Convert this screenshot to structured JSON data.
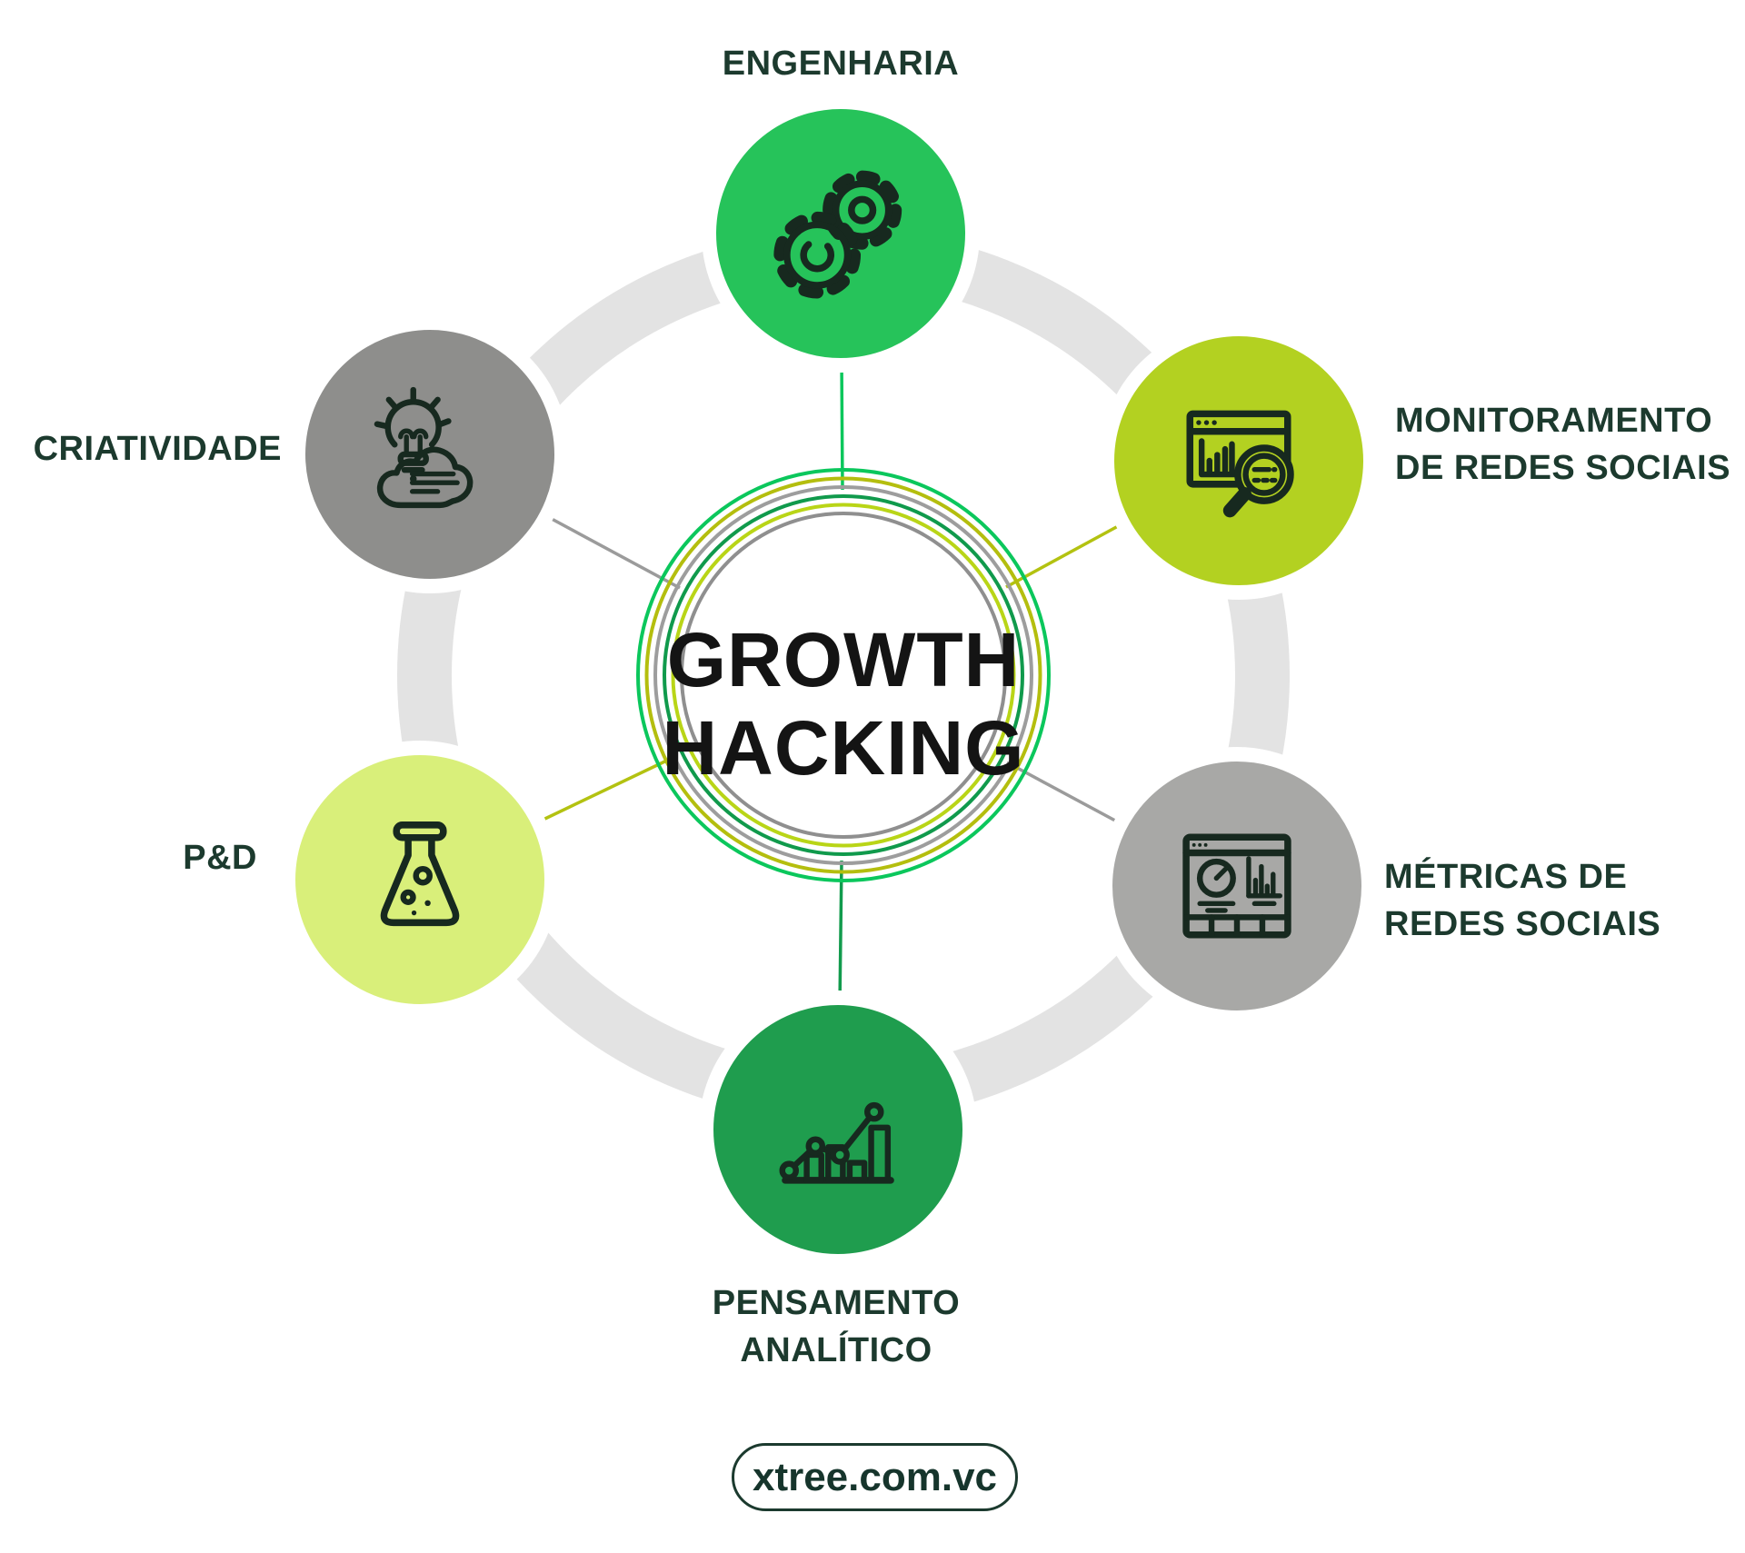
{
  "center": {
    "title": "GROWTH HACKING",
    "title_lines": [
      "GROWTH",
      "HACKING"
    ]
  },
  "nodes": [
    {
      "id": "engenharia",
      "label": "ENGENHARIA",
      "label_lines": [
        "ENGENHARIA"
      ],
      "color": "#26c35a",
      "icon": "gears-icon"
    },
    {
      "id": "monitoramento",
      "label": "MONITORAMENTO DE REDES SOCIAIS",
      "label_lines": [
        "MONITORAMENTO",
        "DE REDES SOCIAIS"
      ],
      "color": "#b3d121",
      "icon": "browser-search-icon"
    },
    {
      "id": "metricas",
      "label": "MÉTRICAS DE REDES SOCIAIS",
      "label_lines": [
        "MÉTRICAS DE",
        "REDES SOCIAIS"
      ],
      "color": "#a8a8a6",
      "icon": "dashboard-icon"
    },
    {
      "id": "pensamento",
      "label": "PENSAMENTO ANALÍTICO",
      "label_lines": [
        "PENSAMENTO",
        "ANALÍTICO"
      ],
      "color": "#1f9d4e",
      "icon": "trend-chart-icon"
    },
    {
      "id": "ped",
      "label": "P&D",
      "label_lines": [
        "P&D"
      ],
      "color": "#d9ef7a",
      "icon": "flask-icon"
    },
    {
      "id": "criatividade",
      "label": "CRIATIVIDADE",
      "label_lines": [
        "CRIATIVIDADE"
      ],
      "color": "#8e8e8c",
      "icon": "idea-cloud-icon"
    }
  ],
  "palette": {
    "connector_color": "#e3e3e3",
    "ring_colors": [
      "#0bc75c",
      "#b4be0e",
      "#9d9d9d",
      "#109a4c",
      "#b9d517",
      "#8f8f8f"
    ],
    "spoke_colors": [
      "#0bc75c",
      "#b3c211",
      "#9b9b9b",
      "#129b4d",
      "#b3c211",
      "#9b9b9b"
    ],
    "label_color": "#1c3a2e",
    "icon_stroke": "#17291f",
    "center_text_color": "#141414",
    "background": "#ffffff"
  },
  "footer": {
    "site_label": "xtree.com.vc"
  }
}
